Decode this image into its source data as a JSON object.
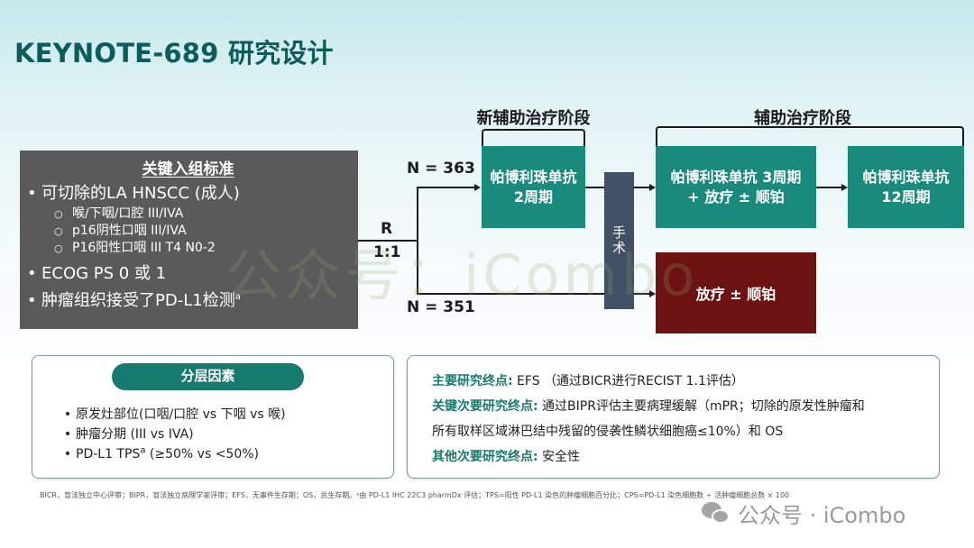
{
  "title": "KEYNOTE-689 研究设计",
  "inclusion": {
    "title": "关键入组标准",
    "items": [
      {
        "text": "可切除的LA HNSCC (成人)",
        "sub": [
          "喉/下咽/口腔 III/IVA",
          "p16阴性口咽 III/IVA",
          "P16阳性口咽 III T4 N0-2"
        ]
      },
      {
        "text": "ECOG PS 0 或 1"
      },
      {
        "text": "肿瘤组织接受了PD-L1检测",
        "sup": "a"
      }
    ],
    "bullet": "•",
    "sub_bullet": "○"
  },
  "randomization": {
    "label": "R",
    "ratio": "1:1",
    "arm_a_n": "N = 363",
    "arm_b_n": "N = 351"
  },
  "phases": {
    "neoadjuvant": "新辅助治疗阶段",
    "adjuvant": "辅助治疗阶段"
  },
  "boxes": {
    "neoadjuvant": {
      "line1": "帕博利珠单抗",
      "line2": "2周期",
      "color": "#1a8a7d"
    },
    "surgery": {
      "label": "手术",
      "color": "#425066"
    },
    "adjuvant_a1": {
      "line1": "帕博利珠单抗 3周期",
      "line2": "+ 放疗 ± 顺铂",
      "color": "#1a8a7d"
    },
    "adjuvant_a2": {
      "line1": "帕博利珠单抗",
      "line2": "12周期",
      "color": "#1a8a7d"
    },
    "adjuvant_b": {
      "label": "放疗 ± 顺铂",
      "color": "#6d1212"
    }
  },
  "stratification": {
    "title": "分层因素",
    "items": [
      {
        "text": "原发灶部位(口咽/口腔 vs 下咽 vs 喉)"
      },
      {
        "text": "肿瘤分期 (III vs IVA)"
      },
      {
        "pre": "PD-L1 TPS",
        "sup": "a",
        "post": " (≥50% vs <50%)"
      }
    ]
  },
  "endpoints": {
    "primary_key": "主要研究终点:",
    "primary_val": " EFS （通过BICR进行RECIST 1.1评估）",
    "key_secondary_key": "关键次要研究终点:",
    "key_secondary_val1": " 通过BIPR评估主要病理缓解（mPR；切除的原发性肿瘤和",
    "key_secondary_val2": "所有取样区域淋巴结中残留的侵袭性鳞状细胞癌≤10%）和 OS",
    "other_key": "其他次要研究终点:",
    "other_val": " 安全性"
  },
  "footnote": "BICR，盲法独立中心评审；BIPR，盲法独立病理学家评审；EFS，无事件生存期；OS，总生存期。ᵃ由 PD-L1 IHC 22C3 pharmDx 评估；TPS=阳性 PD-L1 染色的肿瘤细胞百分比；CPS=PD-L1 染色细胞数 ÷ 活肿瘤细胞总数 × 100",
  "watermark": {
    "center": "公众号：iCombo",
    "bottom": "公众号 · iCombo"
  },
  "colors": {
    "title": "#0e5c5a",
    "teal": "#1a8a7d",
    "dark_red": "#6d1212",
    "surgery": "#425066",
    "inclusion_bg": "#5a5a5a"
  }
}
